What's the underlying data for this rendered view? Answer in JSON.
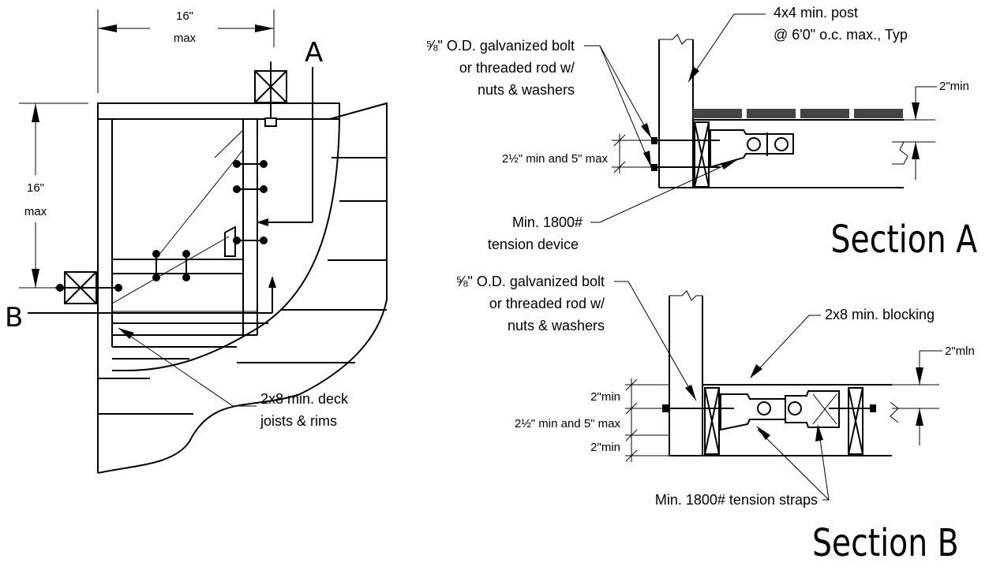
{
  "plan_view": {
    "dim_top_value": "16\"",
    "dim_top_unit": "max",
    "dim_left_value": "16\"",
    "dim_left_unit": "max",
    "tag_a": "A",
    "tag_b": "B",
    "joist_label": [
      "2x8 min. deck",
      "joists & rims"
    ]
  },
  "section_a": {
    "title": "Section A",
    "post_label": [
      "4x4 min. post",
      "@ 6'0\" o.c. max., Typ"
    ],
    "bolt_label": [
      "⅝\" O.D. galvanized bolt",
      "or threaded rod w/",
      "nuts & washers"
    ],
    "device_label": [
      "Min. 1800#",
      "tension device"
    ],
    "dim_2min": "2\"min",
    "dim_bolt_spacing": "2½\" min and 5\" max"
  },
  "section_b": {
    "title": "Section B",
    "bolt_label": [
      "⅝\" O.D. galvanized bolt",
      "or threaded rod w/",
      "nuts & washers"
    ],
    "blocking_label": "2x8 min. blocking",
    "straps_label": "Min. 1800# tension straps",
    "dim_2min_right": "2\"mln",
    "dim_2min_top": "2\"min",
    "dim_bolt_spacing": "2½\" min and 5\" max",
    "dim_2min_bottom": "2\"min"
  }
}
